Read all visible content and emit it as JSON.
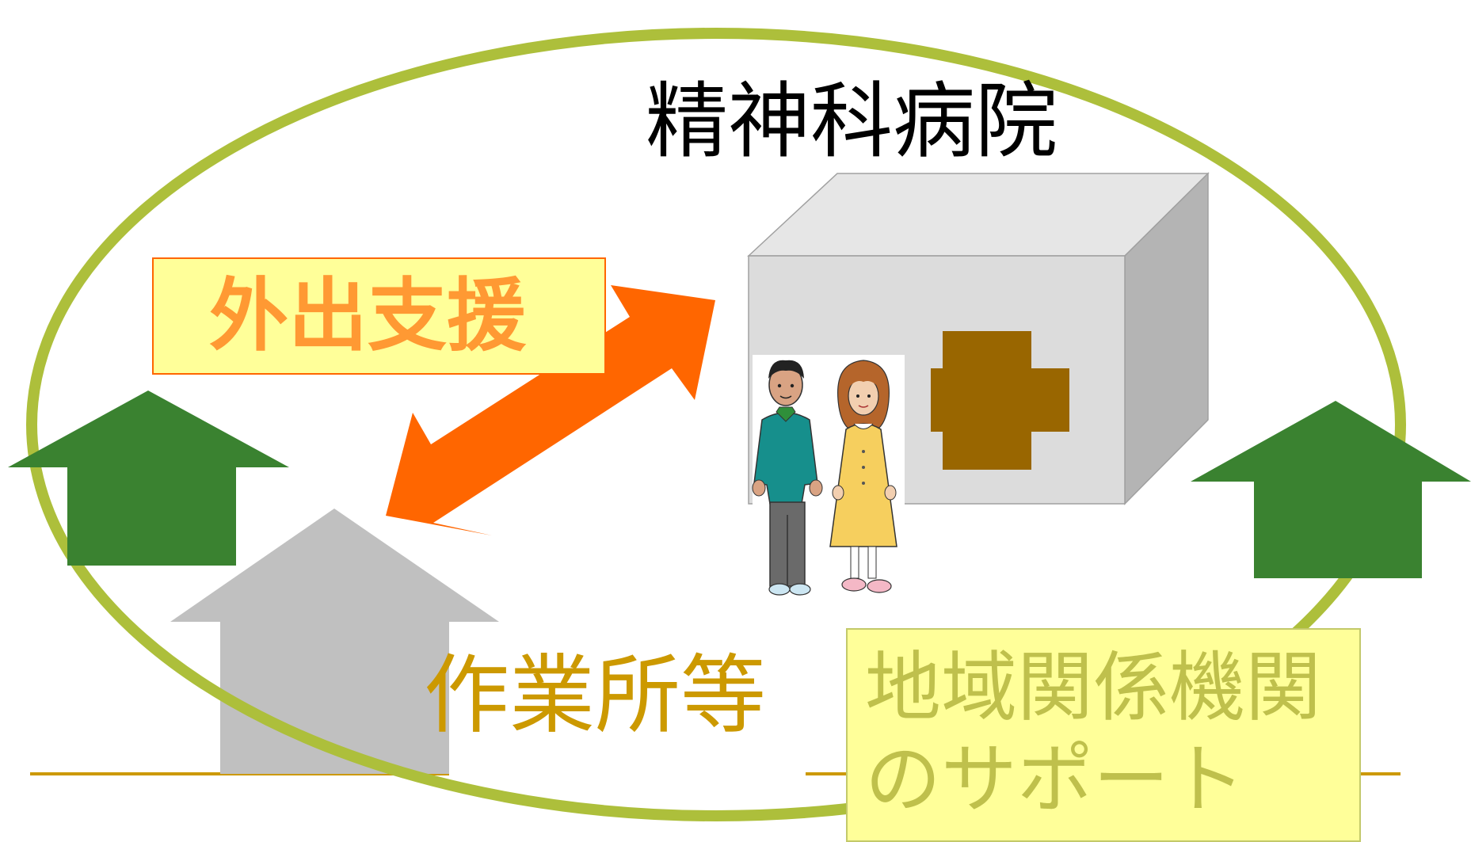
{
  "labels": {
    "hospital": "精神科病院",
    "outing_support": "外出支援",
    "workplaces": "作業所等",
    "community_support_line1": "地域関係機関",
    "community_support_line2": "のサポート"
  },
  "colors": {
    "ellipse": "#adbf3b",
    "green_arrow": "#3a8230",
    "gray_arrow": "#c0c0c0",
    "orange_arrow": "#ff6600",
    "outing_text": "#ff9933",
    "outing_box_fill": "#ffff99",
    "workplace_text": "#cc9900",
    "support_text": "#bfc04c",
    "ground_line": "#cc9900",
    "hospital_front": "#dcdcdc",
    "hospital_top": "#e6e6e6",
    "hospital_side": "#b4b4b4",
    "medical_cross": "#996600"
  },
  "icons": [
    "hospital-building-icon",
    "medical-cross-icon",
    "man-figure-icon",
    "woman-figure-icon",
    "up-arrow-icon",
    "double-headed-arrow-icon"
  ]
}
